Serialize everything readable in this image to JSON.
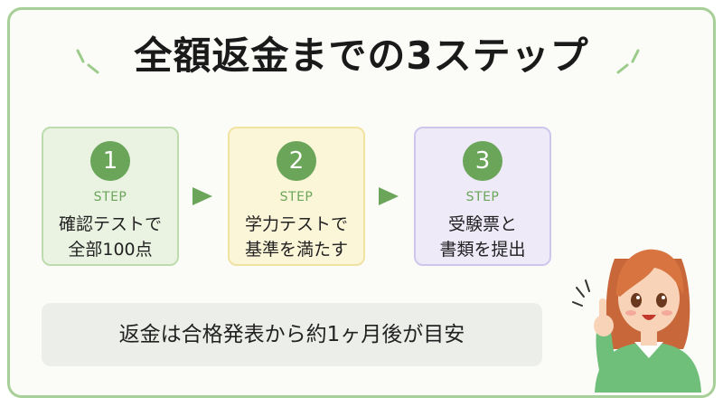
{
  "title": "全額返金までの3ステップ",
  "steps": [
    {
      "number": "1",
      "label": "STEP",
      "line1": "確認テストで",
      "line2": "全部100点"
    },
    {
      "number": "2",
      "label": "STEP",
      "line1": "学力テストで",
      "line2": "基準を満たす"
    },
    {
      "number": "3",
      "label": "STEP",
      "line1": "受験票と",
      "line2": "書類を提出"
    }
  ],
  "note": "返金は合格発表から約1ヶ月後が目安",
  "colors": {
    "accent_green": "#6aa55a",
    "frame_border": "#a7cf98",
    "step1_bg": "#eaf3e2",
    "step2_bg": "#fcf6d9",
    "step3_bg": "#eeeaf8",
    "note_bg": "#eceee9"
  },
  "icons": [
    "sparkle-lines-icon",
    "arrow-right-icon",
    "pointing-woman-illustration"
  ]
}
